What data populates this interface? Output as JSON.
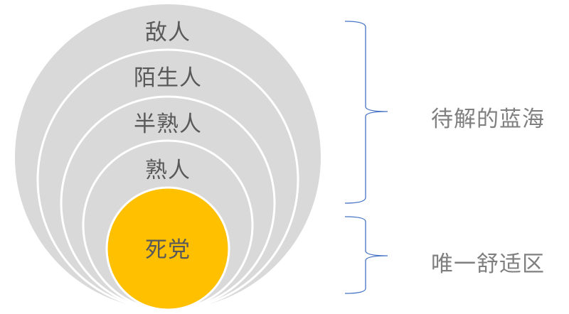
{
  "diagram": {
    "type": "nested-circles",
    "colors": {
      "ring_fill": "#d9d9d9",
      "ring_stroke": "#ffffff",
      "core_fill": "#ffc000",
      "label_color": "#595959",
      "side_label_color": "#7f7f7f",
      "bracket_color": "#4472c4"
    },
    "circles": [
      {
        "label": "敌人"
      },
      {
        "label": "陌生人"
      },
      {
        "label": "半熟人"
      },
      {
        "label": "熟人"
      },
      {
        "label": "死党"
      }
    ],
    "brackets": [
      {
        "label": "待解的蓝海"
      },
      {
        "label": "唯一舒适区"
      }
    ]
  }
}
